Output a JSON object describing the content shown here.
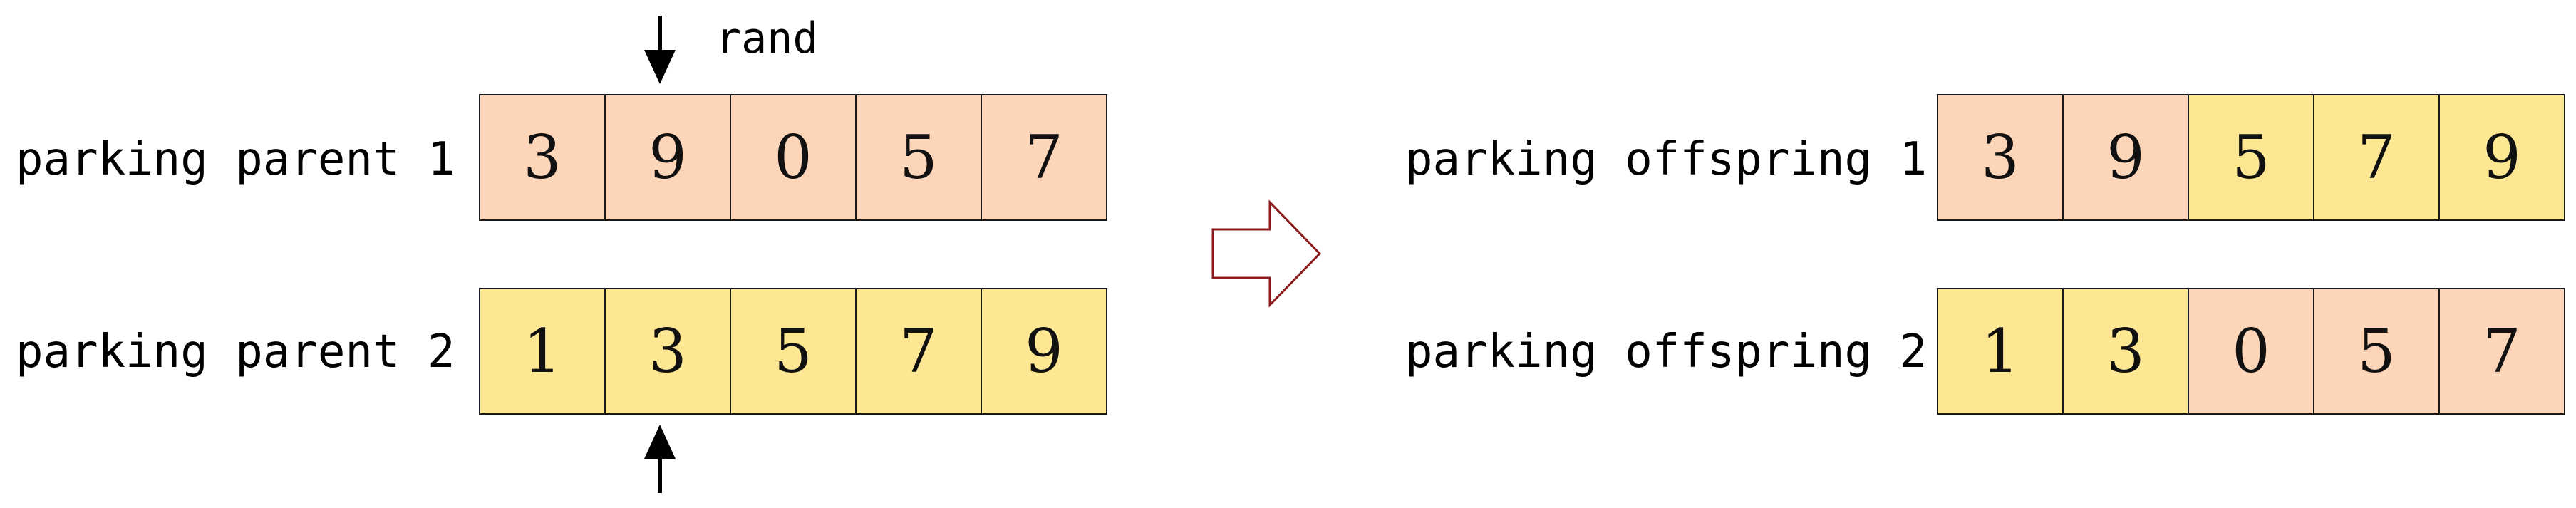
{
  "cut_label": "rand",
  "parents": [
    {
      "label": "parking parent 1",
      "cells": [
        {
          "value": "3",
          "color": "peach"
        },
        {
          "value": "9",
          "color": "peach"
        },
        {
          "value": "0",
          "color": "peach"
        },
        {
          "value": "5",
          "color": "peach"
        },
        {
          "value": "7",
          "color": "peach"
        }
      ]
    },
    {
      "label": "parking parent 2",
      "cells": [
        {
          "value": "1",
          "color": "yellow"
        },
        {
          "value": "3",
          "color": "yellow"
        },
        {
          "value": "5",
          "color": "yellow"
        },
        {
          "value": "7",
          "color": "yellow"
        },
        {
          "value": "9",
          "color": "yellow"
        }
      ]
    }
  ],
  "offspring": [
    {
      "label": "parking offspring 1",
      "cells": [
        {
          "value": "3",
          "color": "peach"
        },
        {
          "value": "9",
          "color": "peach"
        },
        {
          "value": "5",
          "color": "yellow"
        },
        {
          "value": "7",
          "color": "yellow"
        },
        {
          "value": "9",
          "color": "yellow"
        }
      ]
    },
    {
      "label": "parking offspring 2",
      "cells": [
        {
          "value": "1",
          "color": "yellow"
        },
        {
          "value": "3",
          "color": "yellow"
        },
        {
          "value": "0",
          "color": "peach"
        },
        {
          "value": "5",
          "color": "peach"
        },
        {
          "value": "7",
          "color": "peach"
        }
      ]
    }
  ],
  "colors": {
    "peach": "#fdd5b9",
    "yellow": "#fde793",
    "arrow_outline": "#8b1a1a"
  },
  "icons": {
    "cut_arrow_top": "arrow-down-icon",
    "cut_arrow_bottom": "arrow-up-icon",
    "transition_arrow": "hollow-right-arrow-icon"
  }
}
